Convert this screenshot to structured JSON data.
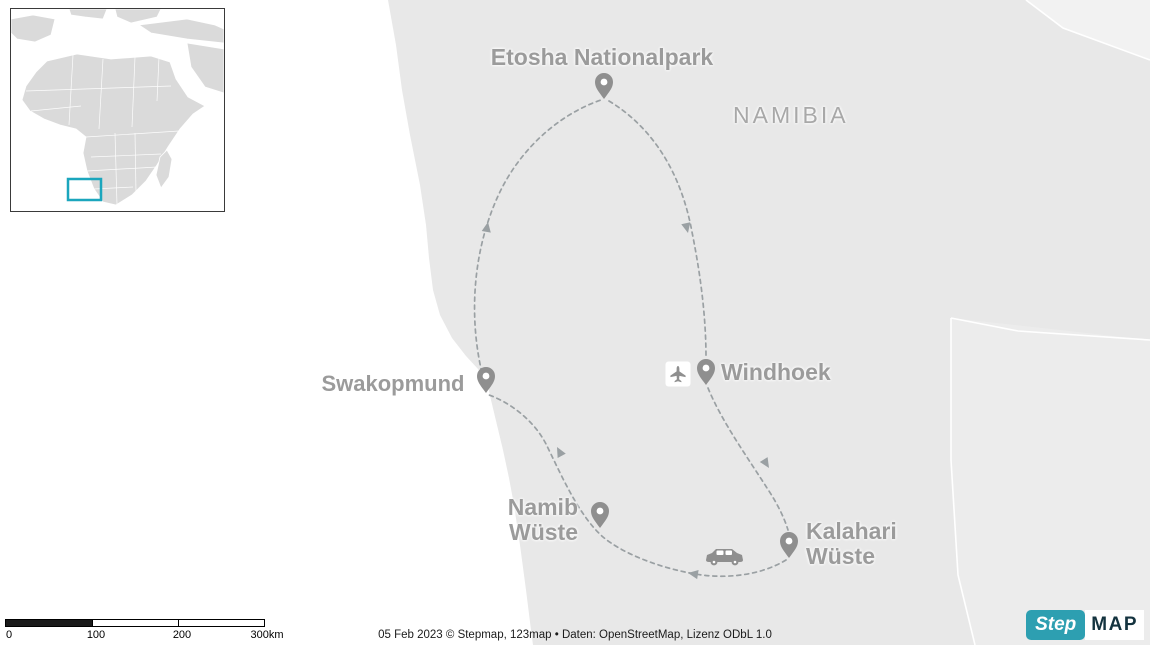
{
  "map": {
    "country_label": "NAMIBIA",
    "stops": [
      "Swakopmund",
      "Etosha Nationalpark",
      "Windhoek",
      "Kalahari Wüste",
      "Namib Wüste"
    ],
    "labels": {
      "etosha": "Etosha Nationalpark",
      "swakopmund": "Swakopmund",
      "windhoek": "Windhoek",
      "namib": [
        "Namib",
        "Wüste"
      ],
      "kalahari": [
        "Kalahari",
        "Wüste"
      ]
    },
    "route_style": "dashed-loop-with-arrows"
  },
  "inset": {
    "description": "Africa overview with highlighted region over Namibia",
    "highlight_color": "#1ba6bd"
  },
  "scalebar": {
    "labels": [
      "0",
      "100",
      "200",
      "300km"
    ]
  },
  "attribution": "05 Feb 2023 © Stepmap, 123map • Daten: OpenStreetMap, Lizenz ODbL 1.0",
  "logo": {
    "step": "Step",
    "map": "MAP"
  },
  "colors": {
    "land": "#e8e8e8",
    "ocean": "#ffffff",
    "label_gray": "#9b9b9b",
    "pin_gray": "#8f8f8f",
    "route_gray": "#9aa0a3",
    "logo_teal": "#2d9fb1",
    "inset_highlight": "#1ba6bd"
  }
}
